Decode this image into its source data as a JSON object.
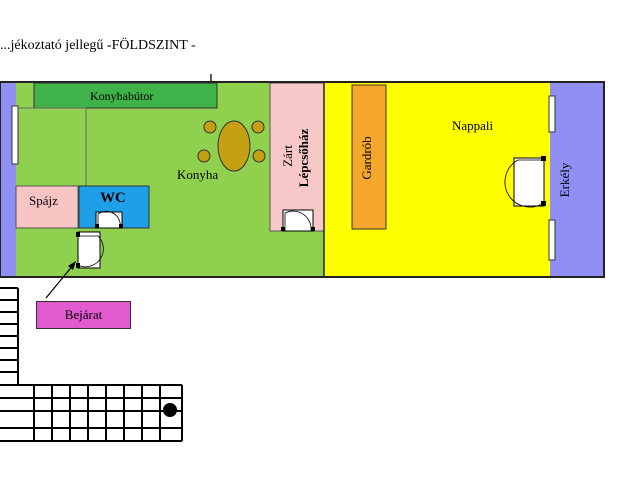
{
  "title": "...jékoztató jellegű   -FÖLDSZINT -",
  "rooms": {
    "konyhabutor": "Konyhabútor",
    "konyha": "Konyha",
    "spajz": "Spájz",
    "wc": "WC",
    "zart": "Zárt",
    "lepcsohaz": "Lépcsőház",
    "gardrob": "Gardrób",
    "nappali": "Nappali",
    "erkely": "Erkély",
    "bejarat": "Bejárat"
  },
  "colors": {
    "kitchen": "#8fd14f",
    "cabinet": "#3fb24a",
    "table": "#c4a012",
    "pantry": "#f7c4c4",
    "wc": "#1ea0e8",
    "stair": "#f7c8c8",
    "living": "#ffff00",
    "wardrobe": "#f4a72a",
    "balcony": "#8f8ff4",
    "entrance": "#e25ad0",
    "left_strip": "#8f8ff4"
  }
}
